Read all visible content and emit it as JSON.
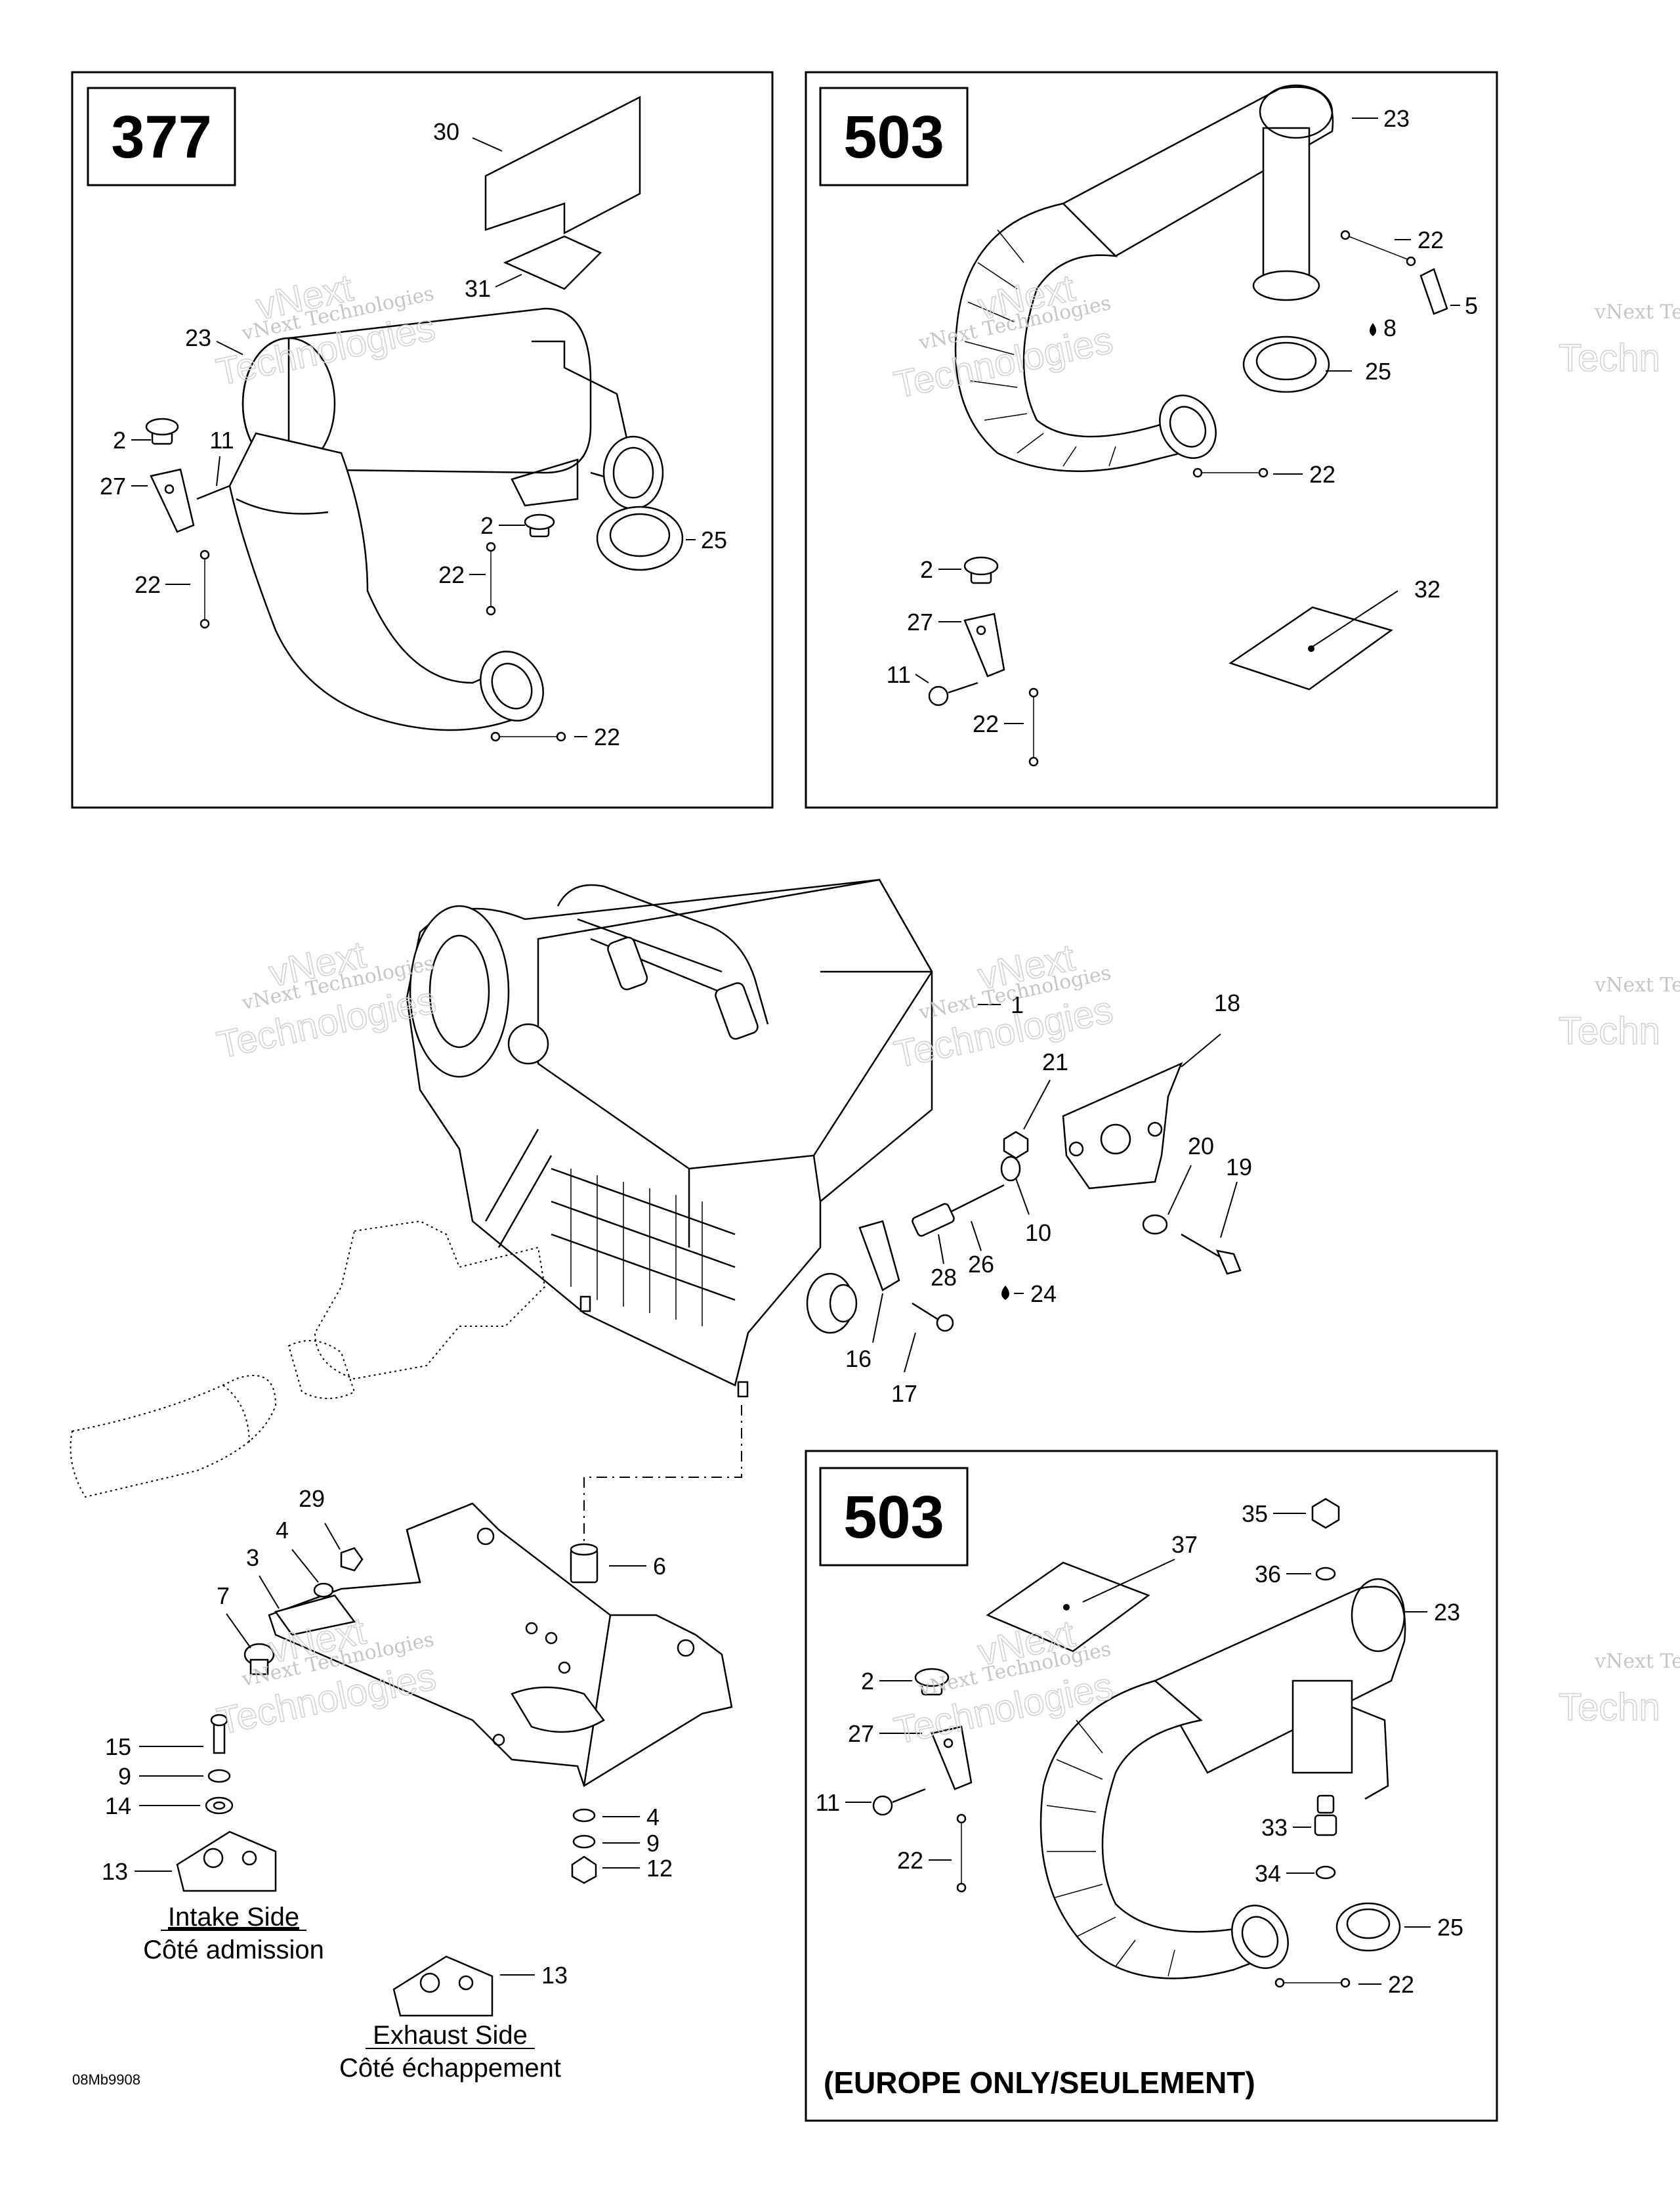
{
  "watermark": {
    "small": "vNext Technologies",
    "big_top": "vNext",
    "big_bottom": "Technologies",
    "cut_right": "vNext Te",
    "cut_right_big": "Techn"
  },
  "panels": {
    "p377": {
      "engine": "377"
    },
    "p503a": {
      "engine": "503"
    },
    "p503b": {
      "engine": "503",
      "footer": "(EUROPE ONLY/SEULEMENT)"
    }
  },
  "labels": {
    "intake_en": "Intake Side",
    "intake_fr": "Côté admission",
    "exhaust_en": "Exhaust Side",
    "exhaust_fr": "Côté échappement"
  },
  "drawing_code": "08Mb9908",
  "callouts": {
    "p377": {
      "c30": "30",
      "c31": "31",
      "c23": "23",
      "c2a": "2",
      "c11": "11",
      "c27": "27",
      "c22a": "22",
      "c2b": "2",
      "c22b": "22",
      "c25": "25",
      "c22c": "22"
    },
    "p503a": {
      "c23": "23",
      "c22a": "22",
      "c5": "5",
      "c8": "8",
      "c25": "25",
      "c22b": "22",
      "c2": "2",
      "c32": "32",
      "c27": "27",
      "c11": "11",
      "c22c": "22"
    },
    "main": {
      "c1": "1",
      "c18": "18",
      "c21": "21",
      "c20": "20",
      "c19": "19",
      "c10": "10",
      "c26": "26",
      "c28": "28",
      "c24": "24",
      "c16": "16",
      "c17": "17",
      "c29": "29",
      "c4a": "4",
      "c3": "3",
      "c7": "7",
      "c6": "6",
      "c15": "15",
      "c9a": "9",
      "c14": "14",
      "c13a": "13",
      "c4b": "4",
      "c9b": "9",
      "c12": "12",
      "c13b": "13"
    },
    "p503b": {
      "c35": "35",
      "c37": "37",
      "c36": "36",
      "c23": "23",
      "c2": "2",
      "c27": "27",
      "c11": "11",
      "c33": "33",
      "c22a": "22",
      "c34": "34",
      "c25": "25",
      "c22b": "22"
    }
  }
}
